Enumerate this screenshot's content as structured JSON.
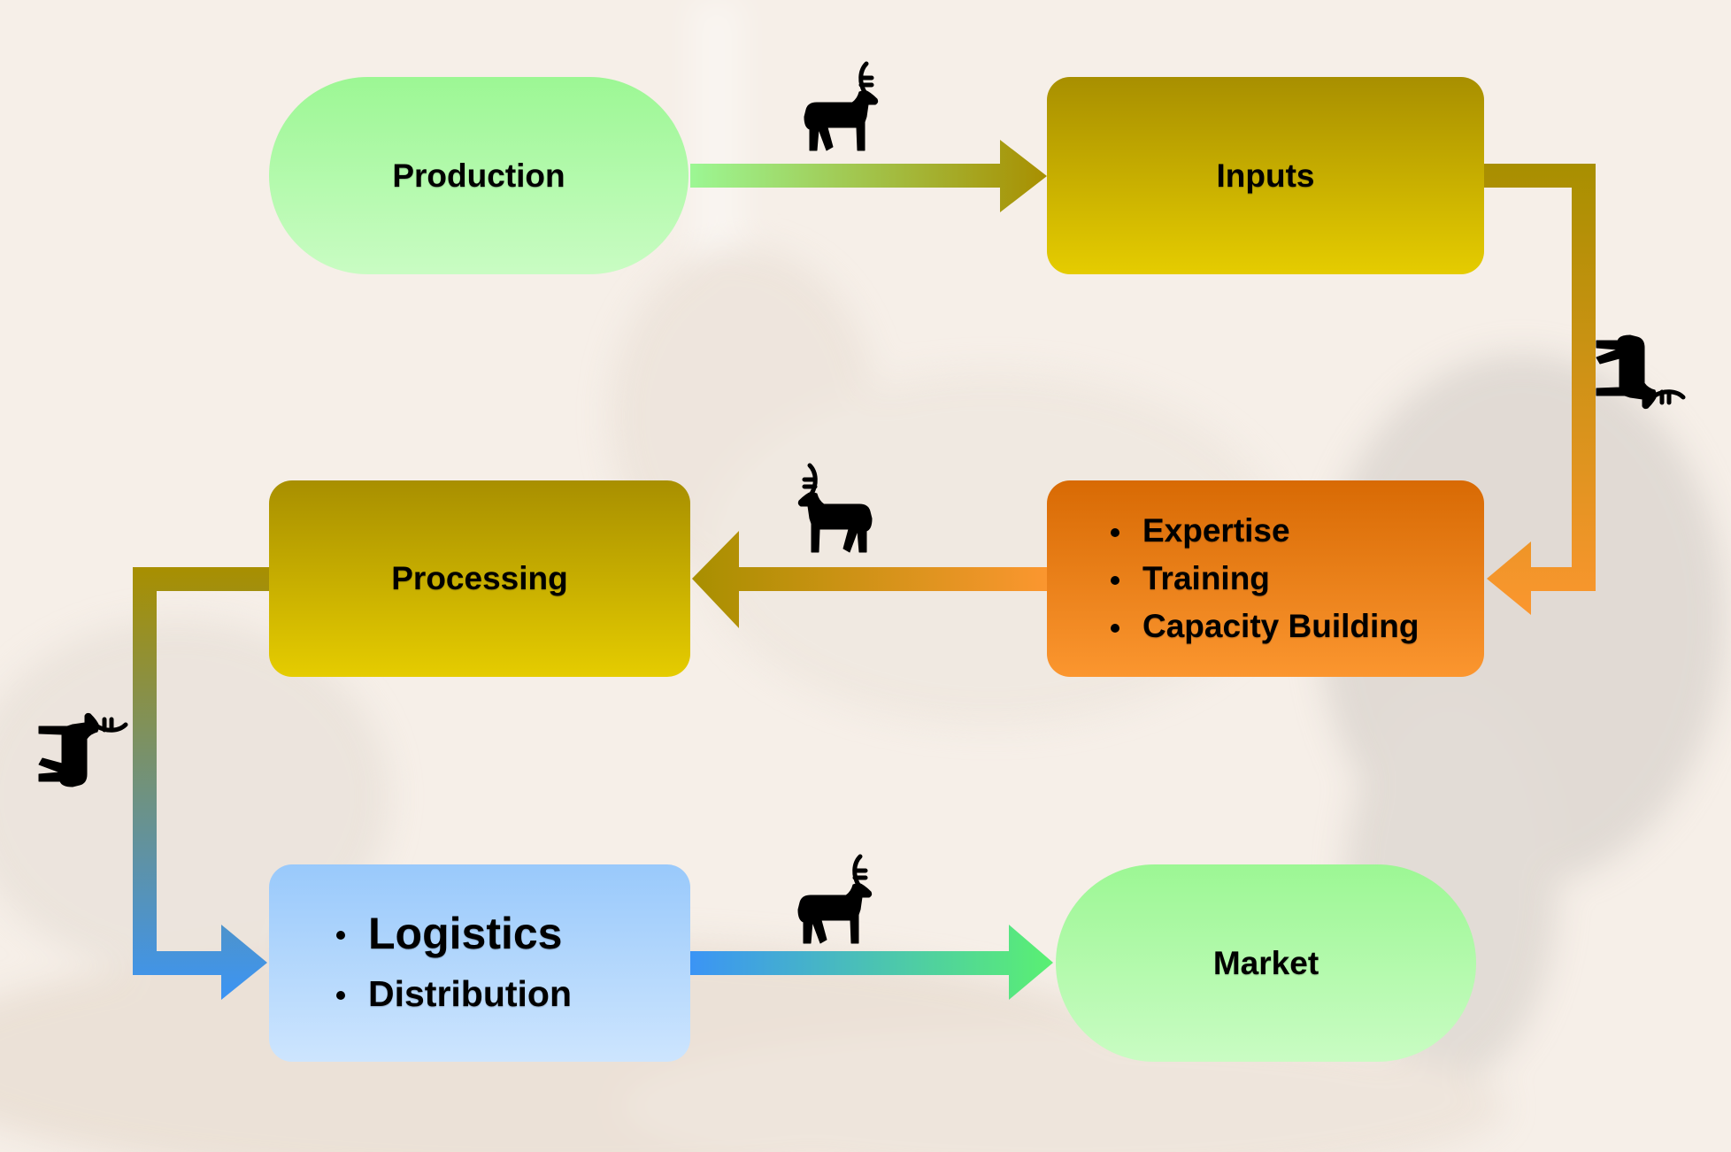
{
  "diagram": {
    "title": "",
    "nodes": [
      {
        "id": "production",
        "label": "Production",
        "shape": "stadium",
        "color_top": "#9cf794",
        "color_bottom": "#c9fcc3"
      },
      {
        "id": "inputs",
        "label": "Inputs",
        "shape": "rounded-rect",
        "color_top": "#a88f00",
        "color_bottom": "#e5cc00"
      },
      {
        "id": "expertise",
        "items": [
          "Expertise",
          "Training",
          "Capacity Building"
        ],
        "shape": "rounded-rect",
        "color_top": "#d86a04",
        "color_bottom": "#fb962f"
      },
      {
        "id": "processing",
        "label": "Processing",
        "shape": "rounded-rect",
        "color_top": "#a88f00",
        "color_bottom": "#e5cc00"
      },
      {
        "id": "logistics",
        "items": [
          "Logistics",
          "Distribution"
        ],
        "shape": "rounded-rect",
        "color_top": "#99c9fb",
        "color_bottom": "#cde5fe"
      },
      {
        "id": "market",
        "label": "Market",
        "shape": "stadium",
        "color_top": "#9cf794",
        "color_bottom": "#c9fcc3"
      }
    ],
    "edges": [
      {
        "from": "production",
        "to": "inputs",
        "icon": "deer-icon",
        "color_from": "#9cf794",
        "color_to": "#a88f00"
      },
      {
        "from": "inputs",
        "to": "expertise",
        "icon": "deer-icon",
        "color_from": "#a88f00",
        "color_to": "#fb962f"
      },
      {
        "from": "expertise",
        "to": "processing",
        "icon": "deer-icon",
        "color_from": "#fb962f",
        "color_to": "#a88f00"
      },
      {
        "from": "processing",
        "to": "logistics",
        "icon": "deer-icon",
        "color_from": "#a88f00",
        "color_to": "#3b94f5"
      },
      {
        "from": "logistics",
        "to": "market",
        "icon": "deer-icon",
        "color_from": "#3b94f5",
        "color_to": "#5af072"
      }
    ]
  }
}
